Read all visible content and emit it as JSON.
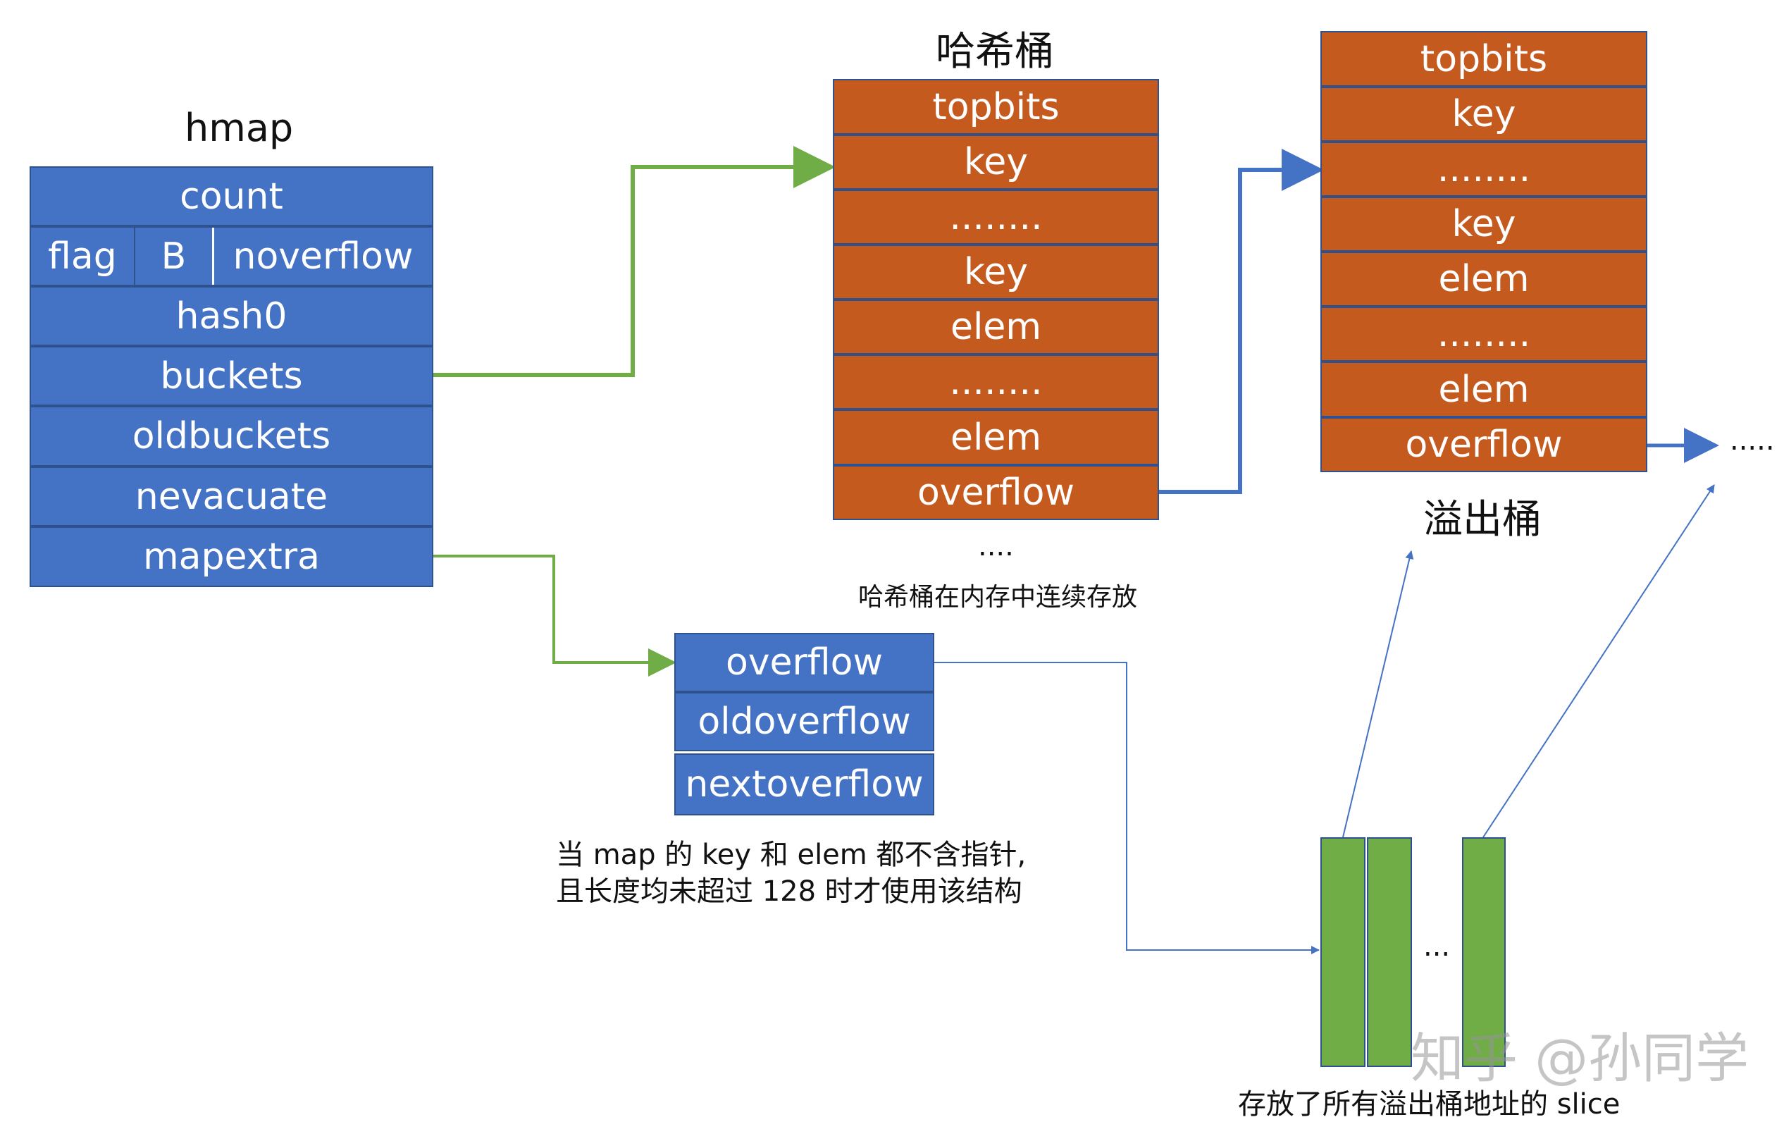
{
  "hmap": {
    "title": "hmap",
    "rows": {
      "count": "count",
      "flag": "flag",
      "B": "B",
      "noverflow": "noverflow",
      "hash0": "hash0",
      "buckets": "buckets",
      "oldbuckets": "oldbuckets",
      "nevacuate": "nevacuate",
      "mapextra": "mapextra"
    }
  },
  "hash_bucket": {
    "title": "哈希桶",
    "rows": [
      "topbits",
      "key",
      "........",
      "key",
      "elem",
      "........",
      "elem",
      "overflow"
    ],
    "continuation": "....",
    "caption": "哈希桶在内存中连续存放"
  },
  "overflow_bucket": {
    "title": "溢出桶",
    "rows": [
      "topbits",
      "key",
      "........",
      "key",
      "elem",
      "........",
      "elem",
      "overflow"
    ],
    "next": "....."
  },
  "mapextra": {
    "rows": [
      "overflow",
      "oldoverflow",
      "nextoverflow"
    ],
    "note_line1": "当 map 的 key 和 elem 都不含指针,",
    "note_line2": "且长度均未超过 128 时才使用该结构"
  },
  "slice": {
    "gap_label": "...",
    "caption": "存放了所有溢出桶地址的 slice"
  },
  "watermark": "知乎 @孙同学",
  "colors": {
    "struct_blue": "#4472C4",
    "bucket_orange": "#C55A1F",
    "slice_green": "#70AD47",
    "arrow_green": "#70AD47",
    "arrow_blue": "#4472C4",
    "border": "#2F528F"
  }
}
